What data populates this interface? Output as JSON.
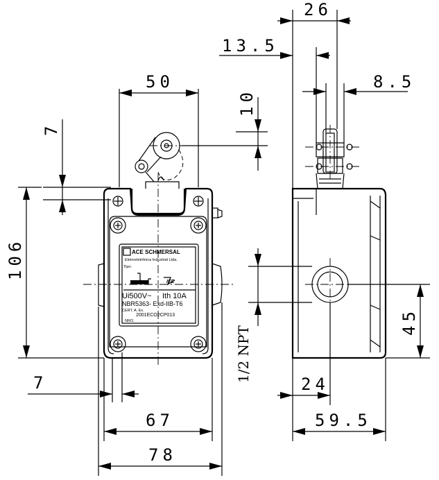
{
  "dimensions": {
    "width_50": "50",
    "width_26": "26",
    "offset_13_5": "13.5",
    "offset_8_5": "8.5",
    "offset_10": "10",
    "offset_7_top": "7",
    "height_106": "106",
    "offset_7_bottom": "7",
    "width_67": "67",
    "width_78": "78",
    "thread_label": "1/2 NPT",
    "height_45": "45",
    "offset_24": "24",
    "width_59_5": "59.5"
  },
  "nameplate": {
    "brand": "ACE SCHMERSAL",
    "company": "Eletroeletrônica Industrial Ltda.",
    "tipo_label": "Tipo:",
    "rating_voltage": "Ui500V~",
    "rating_current": "Ith 10A",
    "standard": "NBR5363- Exd-IIB-T6",
    "cert_label": "CERT. A. Ex.",
    "cert_number": "2001ECO2CP013",
    "nro_label": "NRO."
  }
}
